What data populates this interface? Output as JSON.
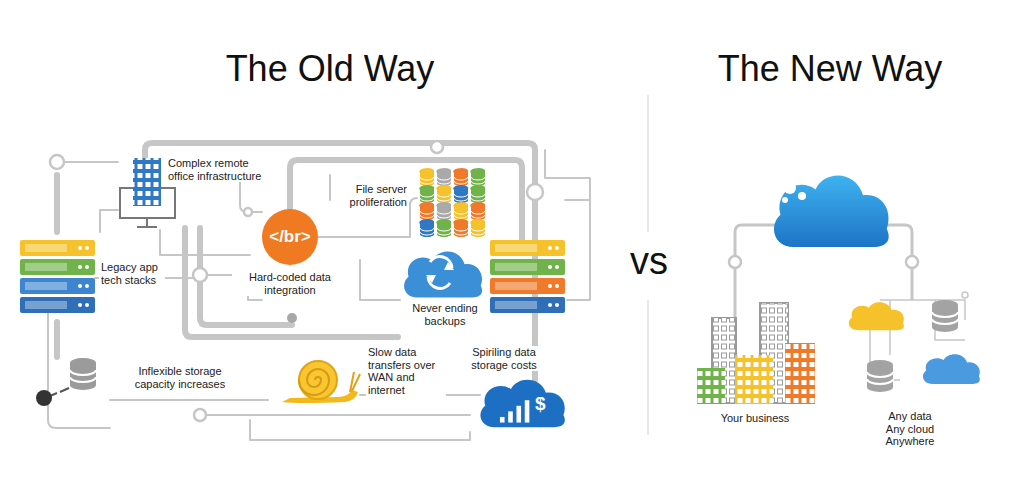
{
  "diagram": {
    "nodes": [
      {
        "text": [
          "</br>"
        ]
      },
      {
        "text": [
          "$"
        ]
      }
    ],
    "labels": [
      "The Old Way",
      "vs",
      "The New Way",
      "Complex remote office infrastructure",
      "File server proliferation",
      "Legacy app tech stacks",
      "Hard-coded data integration",
      "Never ending backups",
      "Inflexible storage capacity increases",
      "Slow data transfers over WAN and internet",
      "Spiriling data storage costs",
      "Your business",
      "Any data Any cloud Anywhere"
    ]
  }
}
